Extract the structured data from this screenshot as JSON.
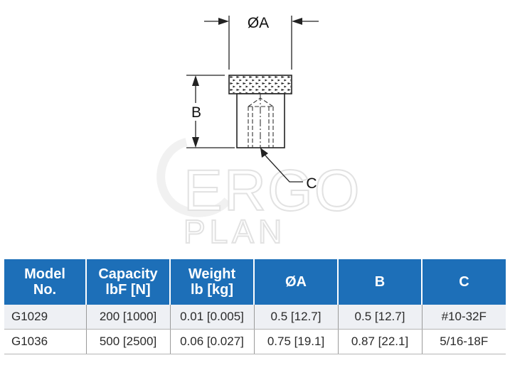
{
  "drawing": {
    "dim_a_label": "ØA",
    "dim_b_label": "B",
    "dim_c_label": "C"
  },
  "watermark": {
    "line1": "ERGO",
    "line2": "PLAN"
  },
  "table": {
    "headers": [
      {
        "line1": "Model",
        "line2": "No."
      },
      {
        "line1": "Capacity",
        "line2": "lbF [N]"
      },
      {
        "line1": "Weight",
        "line2": "lb [kg]"
      },
      {
        "line1": "ØA",
        "line2": ""
      },
      {
        "line1": "B",
        "line2": ""
      },
      {
        "line1": "C",
        "line2": ""
      }
    ],
    "rows": [
      [
        "G1029",
        "200 [1000]",
        "0.01 [0.005]",
        "0.5 [12.7]",
        "0.5 [12.7]",
        "#10-32F"
      ],
      [
        "G1036",
        "500 [2500]",
        "0.06 [0.027]",
        "0.75 [19.1]",
        "0.87 [22.1]",
        "5/16-18F"
      ]
    ]
  },
  "colors": {
    "header_bg": "#1d6fb8",
    "header_text": "#ffffff",
    "row_alt_bg": "#eef0f4"
  }
}
